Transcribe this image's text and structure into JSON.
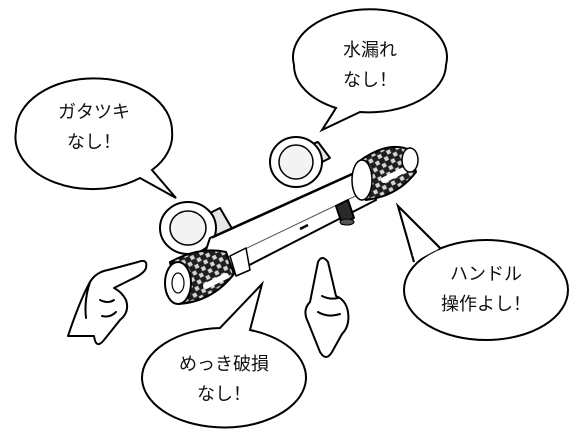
{
  "callouts": {
    "wobble": {
      "line1": "ガタツキ",
      "line2": "なし！"
    },
    "leak": {
      "line1": "水漏れ",
      "line2": "なし！"
    },
    "handle": {
      "line1": "ハンドル",
      "line2": "操作よし！"
    },
    "plating": {
      "line1": "めっき破損",
      "line2": "なし！"
    }
  }
}
